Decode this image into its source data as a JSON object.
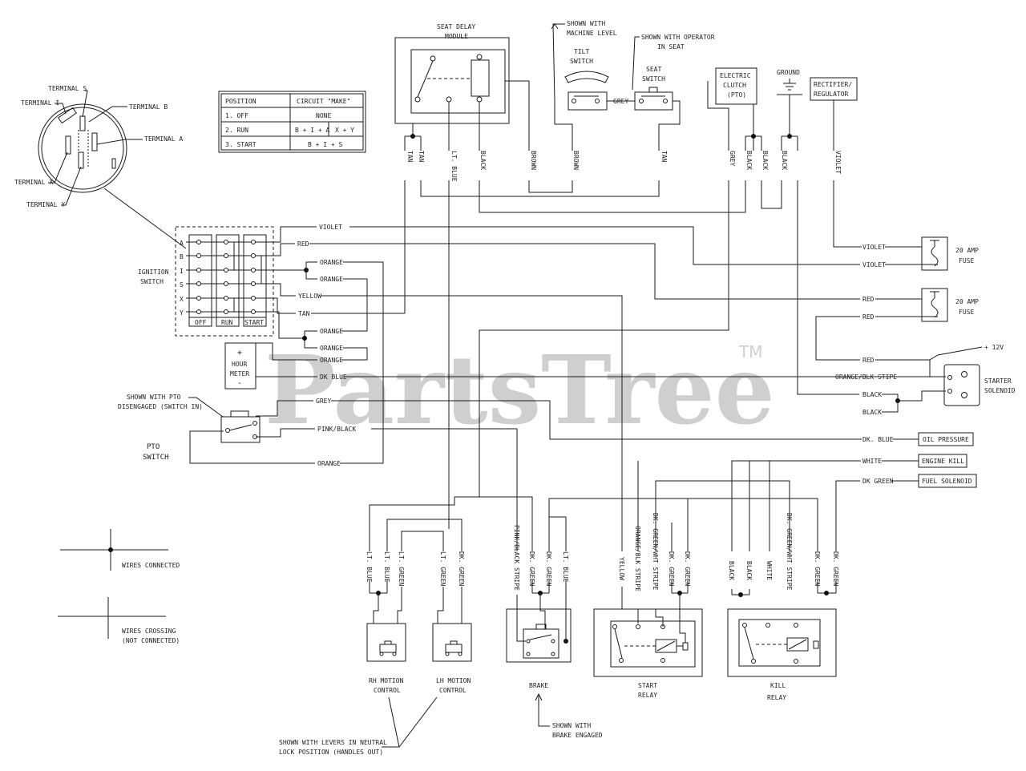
{
  "watermark": {
    "text": "PartsTree",
    "tm": "TM"
  },
  "seat_delay": {
    "line1": "SEAT DELAY",
    "line2": "MODULE"
  },
  "tilt": {
    "note1": "SHOWN WITH",
    "note2": "MACHINE LEVEL",
    "l1": "TILT",
    "l2": "SWITCH"
  },
  "seat": {
    "note1": "SHOWN WITH OPERATOR",
    "note2": "IN SEAT",
    "l1": "SEAT",
    "l2": "SWITCH"
  },
  "clutch": {
    "l1": "ELECTRIC",
    "l2": "CLUTCH",
    "l3": "(PTO)"
  },
  "ground": "GROUND",
  "rectifier": {
    "l1": "RECTIFIER/",
    "l2": "REGULATOR"
  },
  "terminals": {
    "s": "TERMINAL S",
    "i": "TERMINAL I",
    "b": "TERMINAL B",
    "a": "TERMINAL A",
    "x": "TERMINAL X",
    "y": "TERMINAL Y"
  },
  "pos_table": {
    "h1": "POSITION",
    "h2": "CIRCUIT \"MAKE\"",
    "rows": [
      {
        "pos": "1. OFF",
        "c1": "NONE",
        "c2": ""
      },
      {
        "pos": "2. RUN",
        "c1": "B + I + A",
        "c2": "X + Y"
      },
      {
        "pos": "3. START",
        "c1": "B + I + S",
        "c2": ""
      }
    ]
  },
  "ignition": {
    "l1": "IGNITION",
    "l2": "SWITCH",
    "letters": [
      "A",
      "B",
      "I",
      "S",
      "X",
      "Y"
    ],
    "cols": [
      "OFF",
      "RUN",
      "START"
    ]
  },
  "hour_meter": {
    "plus": "+",
    "l1": "HOUR",
    "l2": "METER",
    "minus": "-"
  },
  "pto": {
    "note1": "SHOWN WITH PTO",
    "note2": "DISENGAGED (SWITCH IN)",
    "l1": "PTO",
    "l2": "SWITCH"
  },
  "top_wires": [
    "TAN",
    "TAN",
    "LT. BLUE",
    "BLACK",
    "BROWN",
    "BROWN",
    "TAN",
    "GREY",
    "BLACK",
    "BLACK",
    "BLACK",
    "VIOLET"
  ],
  "left_wires": {
    "violet": "VIOLET",
    "red": "RED",
    "orange1": "ORANGE",
    "orange2": "ORANGE",
    "yellow": "YELLOW",
    "tan": "TAN",
    "orange3": "ORANGE",
    "orange4": "ORANGE",
    "orange5": "ORANGE",
    "dkblue": "DK BLUE",
    "grey": "GREY",
    "pinkblack": "PINK/BLACK",
    "orange6": "ORANGE"
  },
  "right_wires": {
    "violet1": "VIOLET",
    "violet2": "VIOLET",
    "red1": "RED",
    "red2": "RED",
    "red3": "RED",
    "plus12": "+ 12V",
    "orangeblk": "ORANGE/BLK STIPE",
    "black1": "BLACK",
    "black2": "BLACK",
    "dkblue": "DK. BLUE",
    "white": "WHITE",
    "dkgreen": "DK GREEN"
  },
  "fuses": [
    {
      "l1": "20 AMP",
      "l2": "FUSE"
    },
    {
      "l1": "20 AMP",
      "l2": "FUSE"
    }
  ],
  "starter": {
    "l1": "STARTER",
    "l2": "SOLENOID"
  },
  "indicators": {
    "oil": "OIL PRESSURE",
    "kill": "ENGINE KILL",
    "fuel": "FUEL SOLENOID"
  },
  "bottom_wires": [
    "LT. BLUE",
    "LT. BLUE",
    "LT. GREEN",
    "LT. GREEN",
    "DK. GREEN",
    "PINK/BLACK STRIPE",
    "DK. GREEN",
    "DK. GREEN",
    "LT. BLUE",
    "YELLOW",
    "ORANGE/BLK STRIPE",
    "DK. GREEN/WHT STRIPE",
    "DK. GREEN",
    "DK. GREEN",
    "BLACK",
    "BLACK",
    "WHITE",
    "DK. GREEN/WHT STRIPE",
    "DK. GREEN",
    "DK. GREEN"
  ],
  "legend": {
    "connected": "WIRES CONNECTED",
    "crossing1": "WIRES CROSSING",
    "crossing2": "(NOT CONNECTED)"
  },
  "bottom_labels": {
    "rh1": "RH MOTION",
    "rh2": "CONTROL",
    "lh1": "LH MOTION",
    "lh2": "CONTROL",
    "brake": "BRAKE",
    "start1": "START",
    "start2": "RELAY",
    "kill1": "KILL",
    "kill2": "RELAY",
    "brake_note1": "SHOWN WITH",
    "brake_note2": "BRAKE ENGAGED",
    "levers1": "SHOWN WITH LEVERS IN NEUTRAL",
    "levers2": "LOCK POSITION (HANDLES OUT)"
  }
}
